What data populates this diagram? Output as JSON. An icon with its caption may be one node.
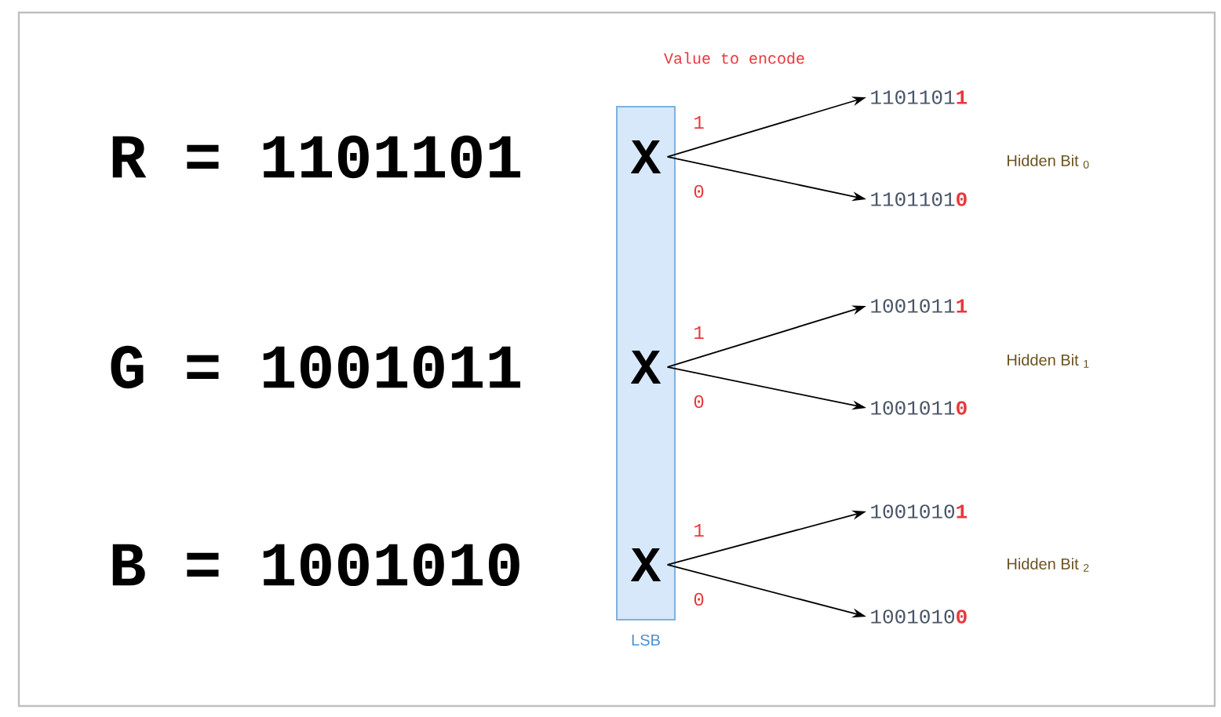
{
  "diagram": {
    "nodes": [
      {
        "text": [
          "LSB"
        ]
      },
      {
        "text": [
          "X"
        ],
        "in": 0
      },
      {
        "text": [
          "X"
        ],
        "in": 0
      },
      {
        "text": [
          "X"
        ],
        "in": 0
      },
      {
        "text": [
          "1101101",
          "1"
        ]
      },
      {
        "text": [
          "1101101",
          "0"
        ]
      },
      {
        "text": [
          "1001011",
          "1"
        ]
      },
      {
        "text": [
          "1001011",
          "0"
        ]
      },
      {
        "text": [
          "1001010",
          "1"
        ]
      },
      {
        "text": [
          "1001010",
          "0"
        ]
      }
    ],
    "edges": [
      {
        "from": 1,
        "to": 4,
        "arrow": "to",
        "label": "1"
      },
      {
        "from": 1,
        "to": 5,
        "arrow": "to",
        "label": "0"
      },
      {
        "from": 2,
        "to": 6,
        "arrow": "to",
        "label": "1"
      },
      {
        "from": 2,
        "to": 7,
        "arrow": "to",
        "label": "0"
      },
      {
        "from": 3,
        "to": 8,
        "arrow": "to",
        "label": "1"
      },
      {
        "from": 3,
        "to": 9,
        "arrow": "to",
        "label": "0"
      }
    ],
    "labels": [
      "Value to encode",
      "R = 1101101",
      "Hidden Bit $_{0}$",
      "G = 1001011",
      "Hidden Bit $_{1}$",
      "B = 1001010",
      "Hidden Bit $_{2}$"
    ]
  }
}
